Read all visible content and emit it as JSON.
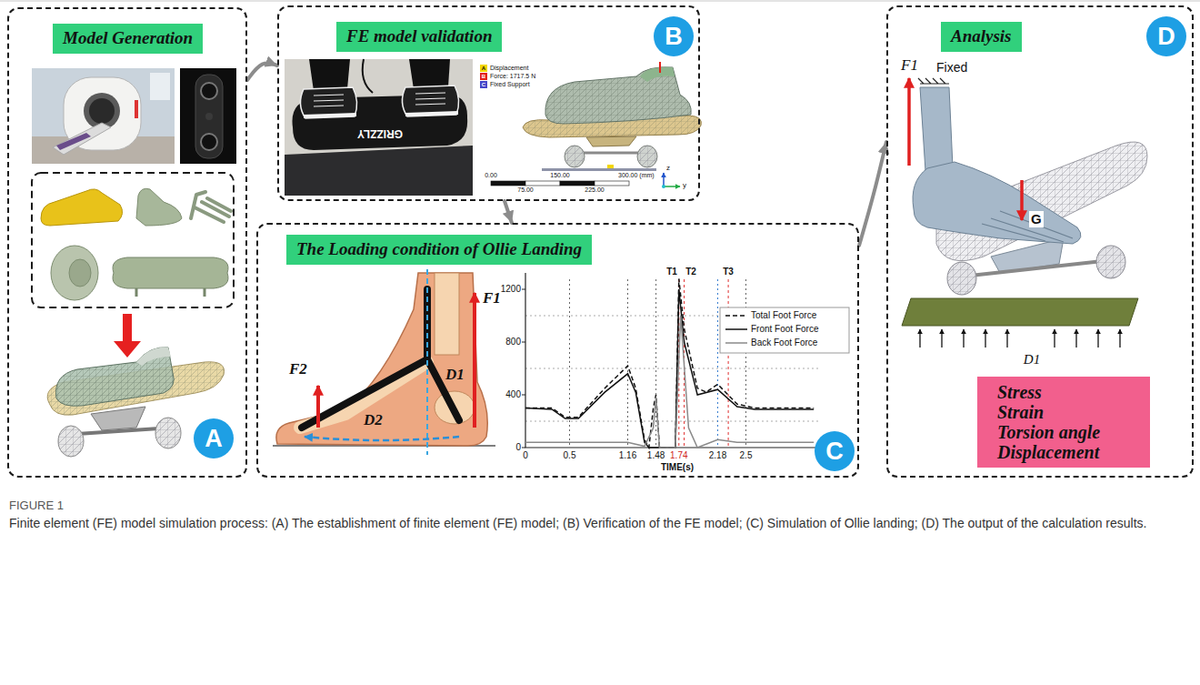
{
  "diagram": {
    "caption": "Finite element (FE) model simulation process: (A) The establishment of finite element (FE) model; (B) Verification of the FE model; (C) Simulation of Ollie landing; (D) The output of the calculation results.",
    "nodes": [
      {
        "text": [
          "Model Generation"
        ]
      },
      {
        "text": [
          "A"
        ],
        "in": 0
      },
      {
        "text": [
          "FE model validation"
        ]
      },
      {
        "text": [
          "B"
        ],
        "in": 2
      },
      {
        "text": [
          "The Loading condition of Ollie Landing"
        ]
      },
      {
        "text": [
          "C"
        ],
        "in": 4
      },
      {
        "text": [
          "Analysis"
        ]
      },
      {
        "text": [
          "D"
        ],
        "in": 6
      },
      {
        "text": [
          "Stress",
          "Strain",
          "Torsion angle",
          "Displacement"
        ],
        "in": 6
      }
    ],
    "edges": [
      {
        "from": 0,
        "to": 2,
        "arrow": "to"
      },
      {
        "from": 2,
        "to": 4,
        "arrow": "to"
      },
      {
        "from": 4,
        "to": 6,
        "arrow": "to"
      }
    ],
    "labels": [
      "GRIZZLY",
      "A",
      "B",
      "C",
      "0.00",
      "75.00",
      "150.00",
      "225.00",
      "300.00 (mm)",
      "z",
      "y",
      "F2",
      "F1",
      "D1",
      "D2",
      "1200",
      "800",
      "400",
      "0",
      "0",
      "0.5",
      "1.16",
      "1.48",
      "1.74",
      "2.18",
      "2.5",
      "TIME(s)",
      "T1",
      "T2",
      "T3",
      "F1",
      "Fixed",
      "G",
      "D1",
      "FIGURE 1"
    ],
    "legend": [
      {
        "text": "Displacement",
        "color": "#f2d600"
      },
      {
        "text": "Force: 1717.5 N",
        "color": "#e32119"
      },
      {
        "text": "Fixed Support",
        "color": "#4545c8"
      },
      {
        "text": "Total Foot Force"
      },
      {
        "text": "Front Foot Force"
      },
      {
        "text": "Back Foot Force"
      }
    ]
  }
}
